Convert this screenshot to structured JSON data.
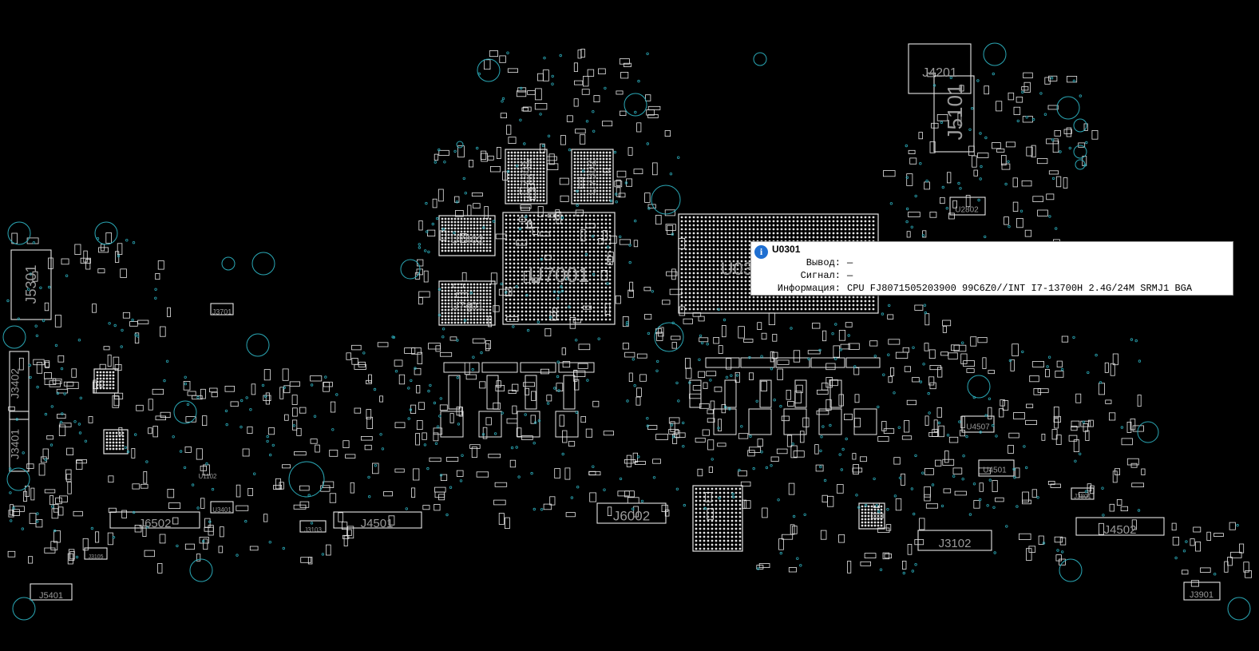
{
  "colors": {
    "background": "#000000",
    "outline": "#e6e6e6",
    "pad": "#cfcfcf",
    "via": "#2aa7b5",
    "label": "#9a9a9a",
    "tooltip_bg": "#ffffff",
    "info_icon": "#1f6fd1"
  },
  "board": {
    "component_labels": [
      "J4201",
      "J5101",
      "J5301",
      "J3402",
      "J3401",
      "J3701",
      "J6502",
      "J4501",
      "J6002",
      "J3102",
      "J4502",
      "J5401",
      "J3901",
      "J3801",
      "J3103",
      "J3105",
      "U7301",
      "U7302",
      "U7402",
      "U7401",
      "U7001",
      "U0301",
      "U2802",
      "U4501",
      "U4507",
      "U3401",
      "U1102"
    ]
  },
  "tooltip": {
    "icon": "info-icon",
    "icon_glyph": "i",
    "title": "U0301",
    "rows": [
      {
        "key": "Вывод:",
        "value": "—"
      },
      {
        "key": "Сигнал:",
        "value": "—"
      },
      {
        "key": "Информация:",
        "value": "CPU FJ8071505203900 99C6Z0//INT I7-13700H 2.4G/24M SRMJ1 BGA"
      }
    ]
  }
}
